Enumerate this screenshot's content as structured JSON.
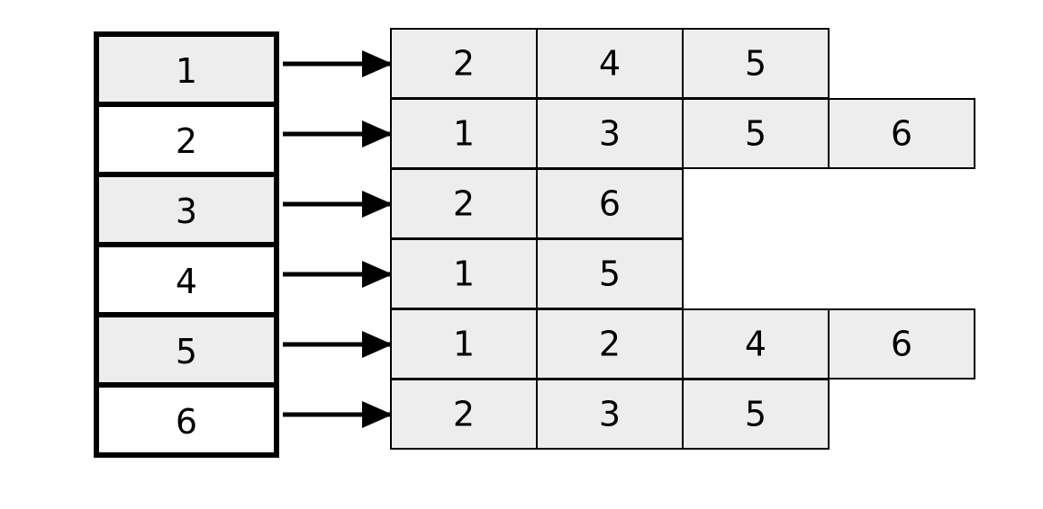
{
  "colors": {
    "shaded_fill": "#ededed",
    "plain_fill": "#ffffff",
    "neighbor_fill": "#ededed",
    "stroke": "#000000"
  },
  "adjacency_list": [
    {
      "vertex": "1",
      "shaded": true,
      "neighbors": [
        "2",
        "4",
        "5"
      ]
    },
    {
      "vertex": "2",
      "shaded": false,
      "neighbors": [
        "1",
        "3",
        "5",
        "6"
      ]
    },
    {
      "vertex": "3",
      "shaded": true,
      "neighbors": [
        "2",
        "6"
      ]
    },
    {
      "vertex": "4",
      "shaded": false,
      "neighbors": [
        "1",
        "5"
      ]
    },
    {
      "vertex": "5",
      "shaded": true,
      "neighbors": [
        "1",
        "2",
        "4",
        "6"
      ]
    },
    {
      "vertex": "6",
      "shaded": false,
      "neighbors": [
        "2",
        "3",
        "5"
      ]
    }
  ]
}
